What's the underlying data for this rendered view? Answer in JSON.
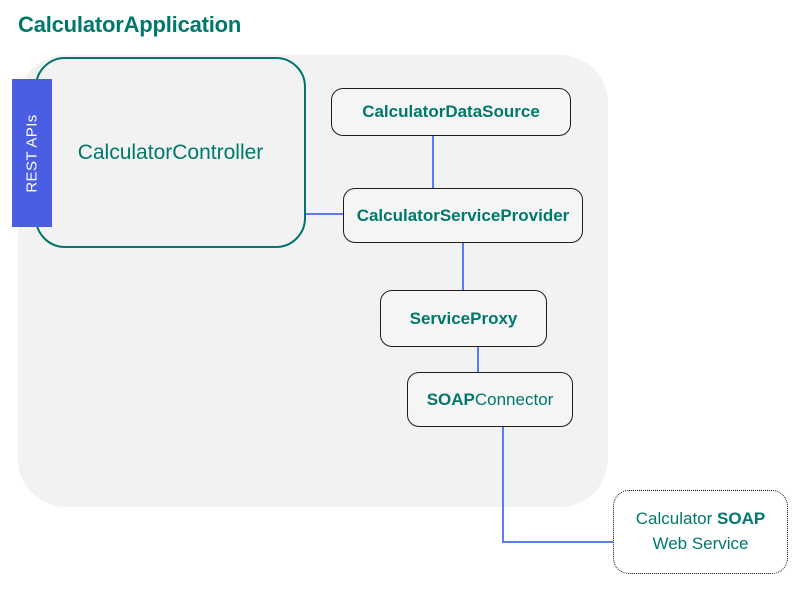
{
  "title": "CalculatorApplication",
  "badge": {
    "label": "REST APIs"
  },
  "nodes": {
    "controller": {
      "label": "CalculatorController"
    },
    "datasource": {
      "label": "CalculatorDataSource"
    },
    "service_provider": {
      "label": "CalculatorServiceProvider"
    },
    "service_proxy": {
      "label": "ServiceProxy"
    },
    "soap_connector": {
      "bold_part": "SOAP",
      "regular_part": "Connector"
    },
    "soap_web_service": {
      "line1_regular": "Calculator ",
      "line1_bold": "SOAP",
      "line2": "Web Service"
    }
  },
  "colors": {
    "teal_text": "#00786b",
    "teal_border": "#00756a",
    "badge_blue": "#4a5ee4",
    "connector_blue": "#5b7cf2",
    "container_gray": "#f1f2f1",
    "node_fill": "#f4f5f4",
    "node_border": "#1e1e1e"
  }
}
